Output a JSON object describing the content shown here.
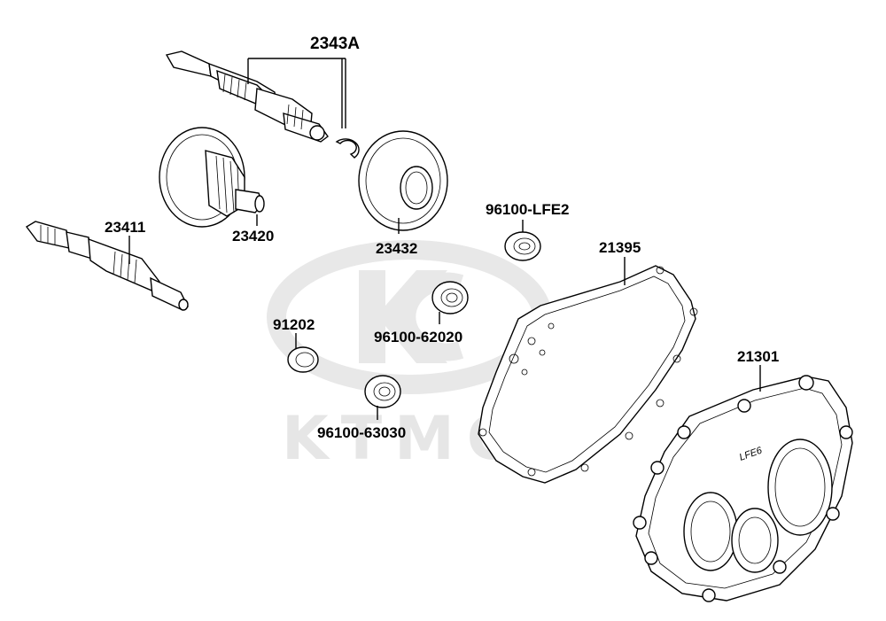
{
  "watermark": {
    "text": "KTMCO",
    "logo": "kymco-logo-watermark"
  },
  "parts": [
    {
      "id": "2343A",
      "label": "2343A"
    },
    {
      "id": "23411",
      "label": "23411"
    },
    {
      "id": "23420",
      "label": "23420"
    },
    {
      "id": "23432",
      "label": "23432"
    },
    {
      "id": "96100-LFE2",
      "label": "96100-LFE2"
    },
    {
      "id": "21395",
      "label": "21395"
    },
    {
      "id": "91202",
      "label": "91202"
    },
    {
      "id": "96100-62020",
      "label": "96100-62020"
    },
    {
      "id": "96100-63030",
      "label": "96100-63030"
    },
    {
      "id": "21301",
      "label": "21301"
    }
  ],
  "cover_marking": "LFE6"
}
